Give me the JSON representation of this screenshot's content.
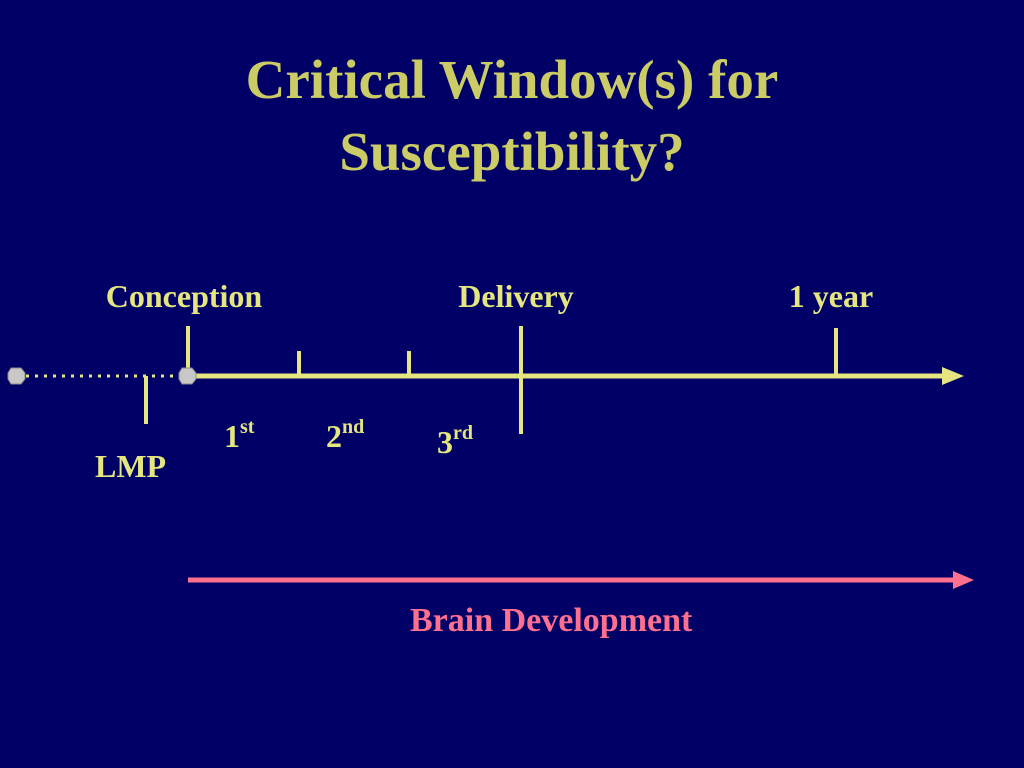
{
  "title": {
    "line1": "Critical Window(s) for",
    "line2": "Susceptibility?"
  },
  "timeline": {
    "events": {
      "conception": "Conception",
      "delivery": "Delivery",
      "one_year": "1 year",
      "lmp": "LMP"
    },
    "trimesters": [
      {
        "number": "1",
        "suffix": "st"
      },
      {
        "number": "2",
        "suffix": "nd"
      },
      {
        "number": "3",
        "suffix": "rd"
      }
    ]
  },
  "brain_development": {
    "label": "Brain Development"
  },
  "colors": {
    "background": "#000066",
    "title": "#cccc66",
    "timeline": "#e6e680",
    "brain_arrow": "#ff6f8e",
    "marker_dot": "#c8c8c8"
  }
}
